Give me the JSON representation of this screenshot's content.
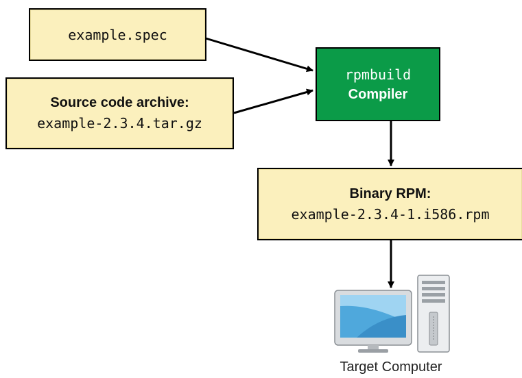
{
  "spec_box": {
    "text": "example.spec"
  },
  "source_box": {
    "title": "Source code archive:",
    "file": "example-2.3.4.tar.gz"
  },
  "compiler_box": {
    "command": "rpmbuild",
    "title": "Compiler",
    "color": "#0b9b48"
  },
  "rpm_box": {
    "title": "Binary RPM:",
    "file": "example-2.3.4-1.i586.rpm"
  },
  "target": {
    "label": "Target Computer",
    "icon": "desktop-computer-icon"
  },
  "colors": {
    "box_fill": "#fbf0bd",
    "compiler_fill": "#0b9b48",
    "arrow": "#000000"
  }
}
